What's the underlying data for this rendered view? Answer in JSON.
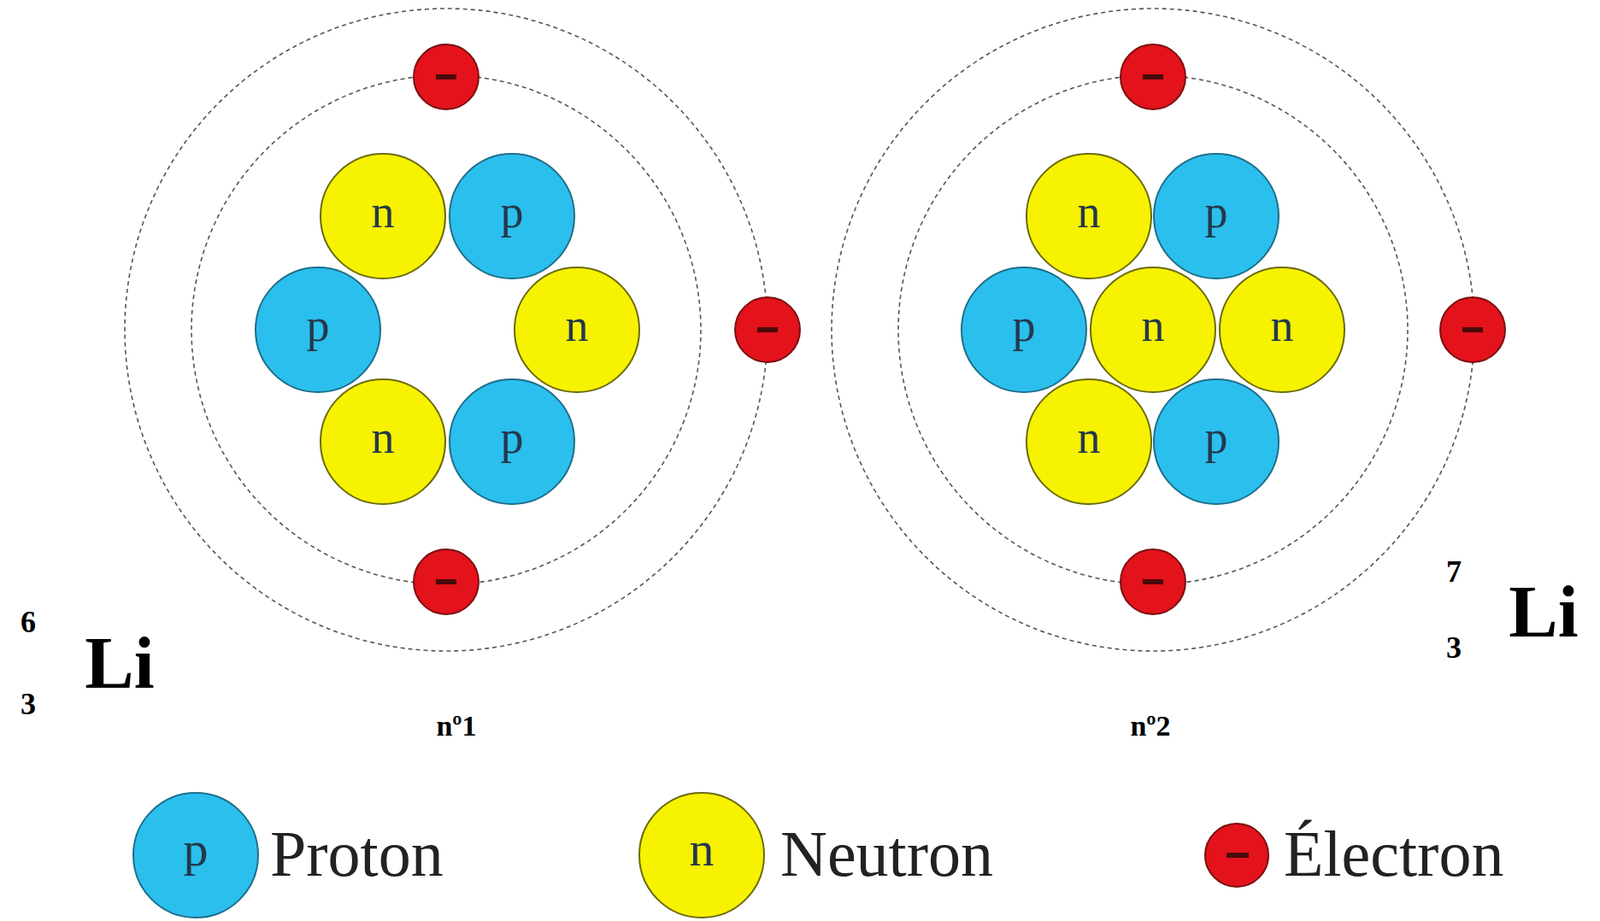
{
  "diagram": {
    "nodes": [
      {
        "text": [
          "n"
        ]
      },
      {
        "text": [
          "p"
        ]
      },
      {
        "text": [
          "p"
        ]
      },
      {
        "text": [
          "n"
        ]
      },
      {
        "text": [
          "n"
        ]
      },
      {
        "text": [
          "p"
        ]
      },
      {
        "text": [
          "n"
        ]
      },
      {
        "text": [
          "p"
        ]
      },
      {
        "text": [
          "p"
        ]
      },
      {
        "text": [
          "n"
        ]
      },
      {
        "text": [
          "n"
        ]
      },
      {
        "text": [
          "n"
        ]
      },
      {
        "text": [
          "p"
        ]
      }
    ],
    "labels": [
      "6",
      "3",
      "Li",
      "nº1",
      "nº2",
      "7",
      "3",
      "Li",
      "p",
      "n"
    ],
    "legend": [
      {
        "text": "Proton",
        "color": "#2bbfee"
      },
      {
        "text": "Neutron",
        "color": "#f7f200"
      },
      {
        "text": "Électron",
        "color": "#e3121b"
      }
    ]
  }
}
